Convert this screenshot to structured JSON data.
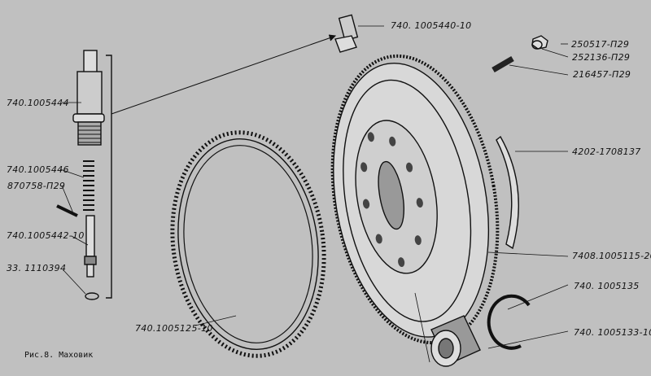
{
  "caption": "Рис.8. Маховик",
  "labels": {
    "valve_body": "740.1005444",
    "spring": "740.1005446",
    "pin": "870758-П29",
    "plunger": "740.1005442-10",
    "washer": "33. 1110394",
    "valve_assembly": "740. 1005440-10",
    "nut": "250517-П29",
    "lock_washer": "252136-П29",
    "stud": "216457-П29",
    "plate": "4202-1708137",
    "flywheel": "7408.1005115-20",
    "retaining_ring": "740. 1005135",
    "bearing": "740. 1005133-10",
    "ring_gear": "740.1005125-10"
  }
}
